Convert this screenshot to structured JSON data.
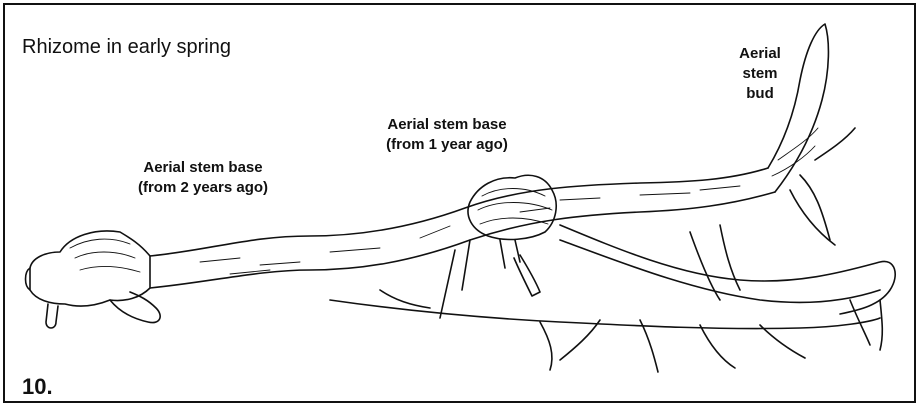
{
  "figure": {
    "title": "Rhizome in early spring",
    "number": "10.",
    "labels": {
      "stem_base_2yr_line1": "Aerial stem base",
      "stem_base_2yr_line2": "(from 2 years ago)",
      "stem_base_1yr_line1": "Aerial stem base",
      "stem_base_1yr_line2": "(from 1 year ago)",
      "stem_bud_line1": "Aerial",
      "stem_bud_line2": "stem",
      "stem_bud_line3": "bud"
    },
    "colors": {
      "ink": "#111111",
      "background": "#ffffff"
    }
  }
}
